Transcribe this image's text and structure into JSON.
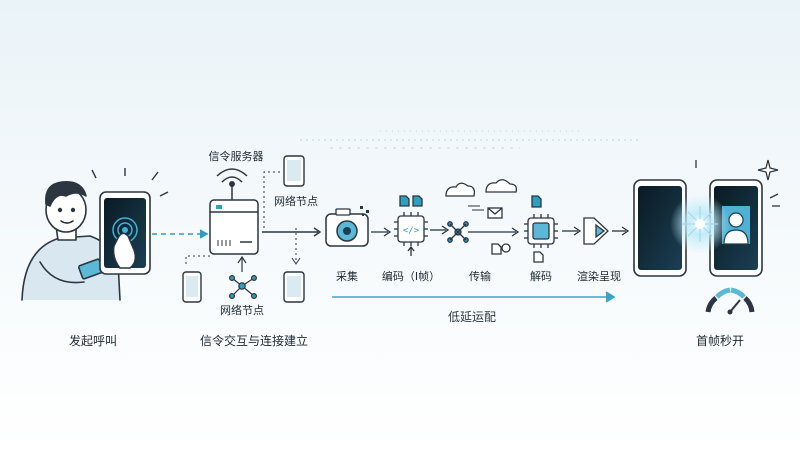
{
  "nodes": {
    "signal_server": "信令服务器",
    "network_node_top": "网络节点",
    "network_node_bottom": "网络节点"
  },
  "pipeline": [
    {
      "label": "采集"
    },
    {
      "label": "编码（I帧）"
    },
    {
      "label": "传输"
    },
    {
      "label": "解码"
    },
    {
      "label": "渲染呈现"
    }
  ],
  "pipeline_caption": "低延运配",
  "captions": {
    "caller": "发起呼叫",
    "signaling": "信令交互与连接建立",
    "first_frame": "首帧秒开"
  },
  "colors": {
    "accent": "#2f9fc0",
    "line": "#3a4a55",
    "screen": "#0e2430"
  }
}
